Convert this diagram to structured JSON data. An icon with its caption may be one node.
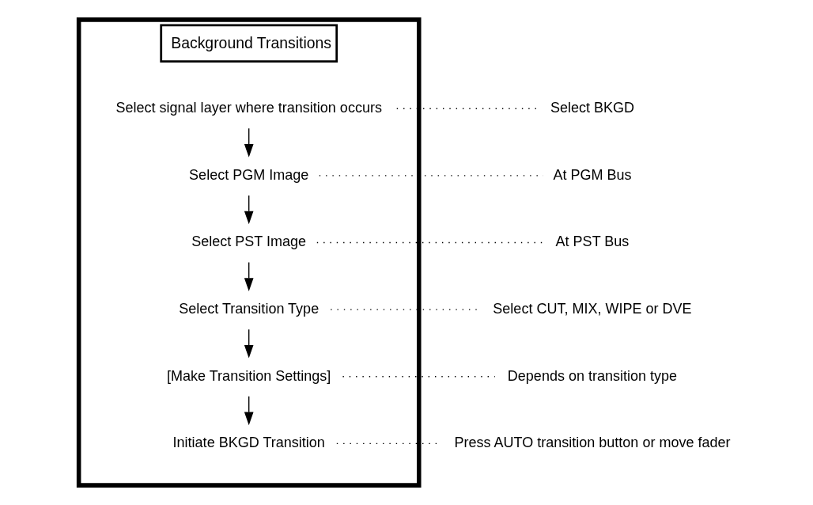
{
  "diagram": {
    "nodes": [
      {
        "text": [
          "Background Transitions"
        ]
      },
      {
        "text": [
          "Select signal layer where transition occurs"
        ],
        "in": 0
      },
      {
        "text": [
          "Select PGM Image"
        ],
        "in": 0
      },
      {
        "text": [
          "Select PST Image"
        ],
        "in": 0
      },
      {
        "text": [
          "Select Transition Type"
        ],
        "in": 0
      },
      {
        "text": [
          "[Make Transition Settings]"
        ],
        "in": 0
      },
      {
        "text": [
          "Initiate BKGD Transition"
        ],
        "in": 0
      },
      {
        "text": [
          "Select BKGD"
        ]
      },
      {
        "text": [
          "At PGM Bus"
        ]
      },
      {
        "text": [
          "At PST Bus"
        ]
      },
      {
        "text": [
          "Select CUT, MIX, WIPE or DVE"
        ]
      },
      {
        "text": [
          "Depends on transition type"
        ]
      },
      {
        "text": [
          "Press AUTO transition button or move fader"
        ]
      }
    ],
    "edges": [
      {
        "from": 1,
        "to": 2,
        "arrow": "to"
      },
      {
        "from": 2,
        "to": 3,
        "arrow": "to"
      },
      {
        "from": 3,
        "to": 4,
        "arrow": "to"
      },
      {
        "from": 4,
        "to": 5,
        "arrow": "to"
      },
      {
        "from": 5,
        "to": 6,
        "arrow": "to"
      },
      {
        "from": 1,
        "to": 7,
        "arrow": "none",
        "style": "dashed"
      },
      {
        "from": 2,
        "to": 8,
        "arrow": "none",
        "style": "dashed"
      },
      {
        "from": 3,
        "to": 9,
        "arrow": "none",
        "style": "dashed"
      },
      {
        "from": 4,
        "to": 10,
        "arrow": "none",
        "style": "dashed"
      },
      {
        "from": 5,
        "to": 11,
        "arrow": "none",
        "style": "dashed"
      },
      {
        "from": 6,
        "to": 12,
        "arrow": "none",
        "style": "dashed"
      }
    ]
  }
}
